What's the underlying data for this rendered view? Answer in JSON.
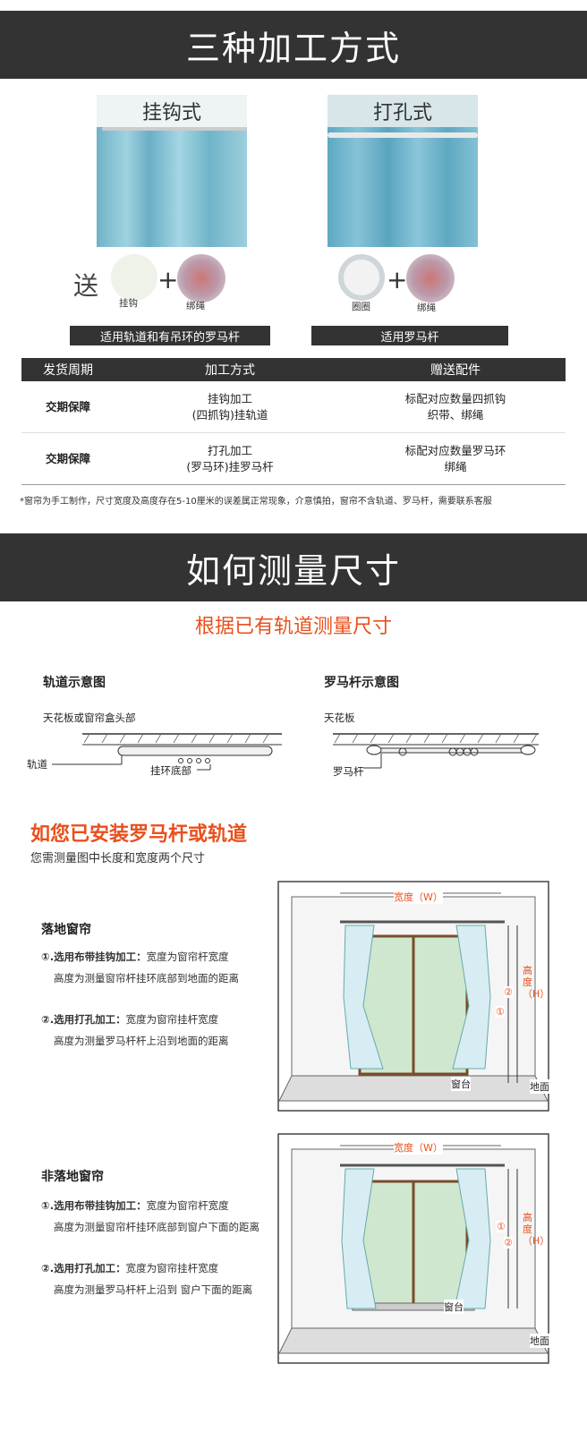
{
  "section1": {
    "title": "三种加工方式",
    "hook": {
      "label": "挂钩式",
      "gift_prefix": "送",
      "item1": "挂钩",
      "item2": "绑绳",
      "bar": "适用轨道和有吊环的罗马杆"
    },
    "grommet": {
      "label": "打孔式",
      "item1": "圈圈",
      "item2": "绑绳",
      "bar": "适用罗马杆"
    },
    "table": {
      "headers": [
        "发货周期",
        "加工方式",
        "赠送配件"
      ],
      "rows": [
        {
          "period": "交期保障",
          "method_l1": "挂钩加工",
          "method_l2": "(四抓钩)挂轨道",
          "acc_l1": "标配对应数量四抓钩",
          "acc_l2": "织带、绑绳"
        },
        {
          "period": "交期保障",
          "method_l1": "打孔加工",
          "method_l2": "(罗马环)挂罗马杆",
          "acc_l1": "标配对应数量罗马环",
          "acc_l2": "绑绳"
        }
      ]
    },
    "note": "*窗帘为手工制作，尺寸宽度及高度存在5-10厘米的误差属正常现象，介意慎拍，窗帘不含轨道、罗马杆，需要联系客服"
  },
  "section2": {
    "title": "如何测量尺寸",
    "subtitle": "根据已有轨道测量尺寸",
    "track": {
      "title": "轨道示意图",
      "ceiling": "天花板或窗帘盒头部",
      "track_label": "轨道",
      "ring_label": "挂环底部"
    },
    "rod": {
      "title": "罗马杆示意图",
      "ceiling": "天花板",
      "rod_label": "罗马杆"
    },
    "installed_title": "如您已安装罗马杆或轨道",
    "installed_desc": "您需测量图中长度和宽度两个尺寸",
    "floor": {
      "title": "落地窗帘",
      "opt1_head": "①.选用布带挂钩加工：",
      "opt1_text": "宽度为窗帘杆宽度",
      "opt1_line2": "高度为测量窗帘杆挂环底部到地面的距离",
      "opt2_head": "②.选用打孔加工：",
      "opt2_text": "宽度为窗帘挂杆宽度",
      "opt2_line2": "高度为测量罗马杆杆上沿到地面的距离"
    },
    "nonfloor": {
      "title": "非落地窗帘",
      "opt1_head": "①.选用布带挂钩加工：",
      "opt1_text": "宽度为窗帘杆宽度",
      "opt1_line2": "高度为测量窗帘杆挂环底部到窗户下面的距离",
      "opt2_head": "②.选用打孔加工：",
      "opt2_text": "宽度为窗帘挂杆宽度",
      "opt2_line2": "高度为测量罗马杆杆上沿到 窗户下面的距离"
    },
    "diagram1": {
      "width": "宽度（W）",
      "height": "高度（H）",
      "n1": "①",
      "n2": "②",
      "sill": "窗台",
      "floor": "地面"
    },
    "diagram2": {
      "width": "宽度（W）",
      "height": "高度（H）",
      "n1": "①",
      "n2": "②",
      "sill": "窗台",
      "floor": "地面"
    }
  }
}
